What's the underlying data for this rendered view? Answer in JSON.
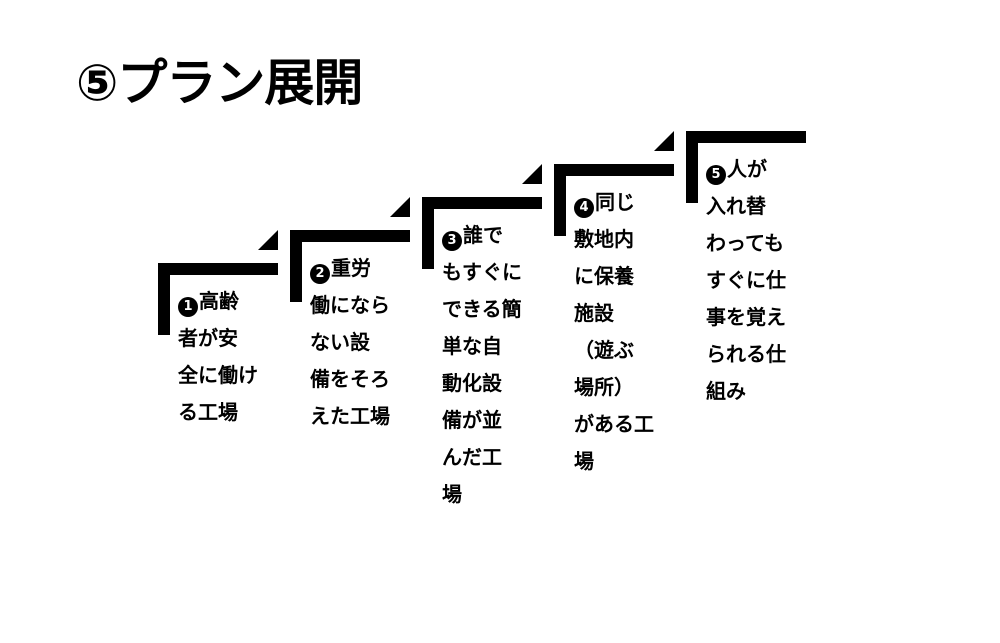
{
  "title": "⑤プラン展開",
  "steps": [
    {
      "number": "1",
      "lines": [
        "高齢",
        "者が安",
        "全に働け",
        "る工場"
      ]
    },
    {
      "number": "2",
      "lines": [
        "重労",
        "働になら",
        "ない設",
        "備をそろ",
        "えた工場"
      ]
    },
    {
      "number": "3",
      "lines": [
        "誰で",
        "もすぐに",
        "できる簡",
        "単な自",
        "動化設",
        "備が並",
        "んだ工",
        "場"
      ]
    },
    {
      "number": "4",
      "lines": [
        "同じ",
        "敷地内",
        "に保養",
        "施設",
        "（遊ぶ",
        "場所）",
        "がある工",
        "場"
      ]
    },
    {
      "number": "5",
      "lines": [
        "人が",
        "入れ替",
        "わっても",
        "すぐに仕",
        "事を覚え",
        "られる仕",
        "組み"
      ]
    }
  ]
}
